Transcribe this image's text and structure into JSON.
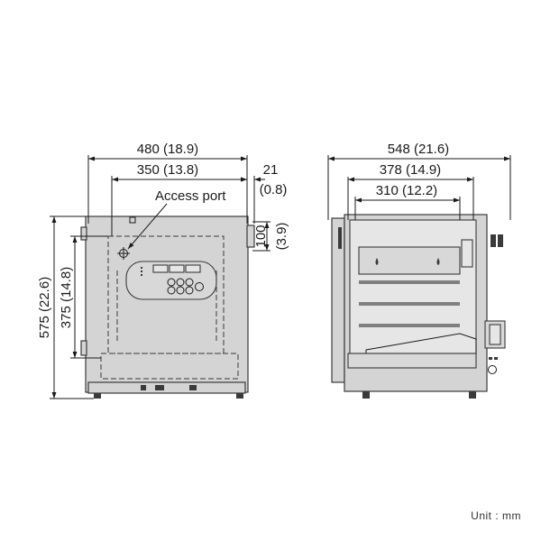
{
  "dimensions": {
    "front_width": "480 (18.9)",
    "front_inner_width": "350 (13.8)",
    "port_offset": "21",
    "port_offset_in": "(0.8)",
    "access_port_label": "Access port",
    "port_height": "100",
    "port_height_in": "(3.9)",
    "total_height": "575 (22.6)",
    "inner_height": "375 (14.8)",
    "side_depth": "548 (21.6)",
    "side_mid_depth": "378 (14.9)",
    "side_inner_depth": "310 (12.2)"
  },
  "unit_label": "Unit : mm"
}
